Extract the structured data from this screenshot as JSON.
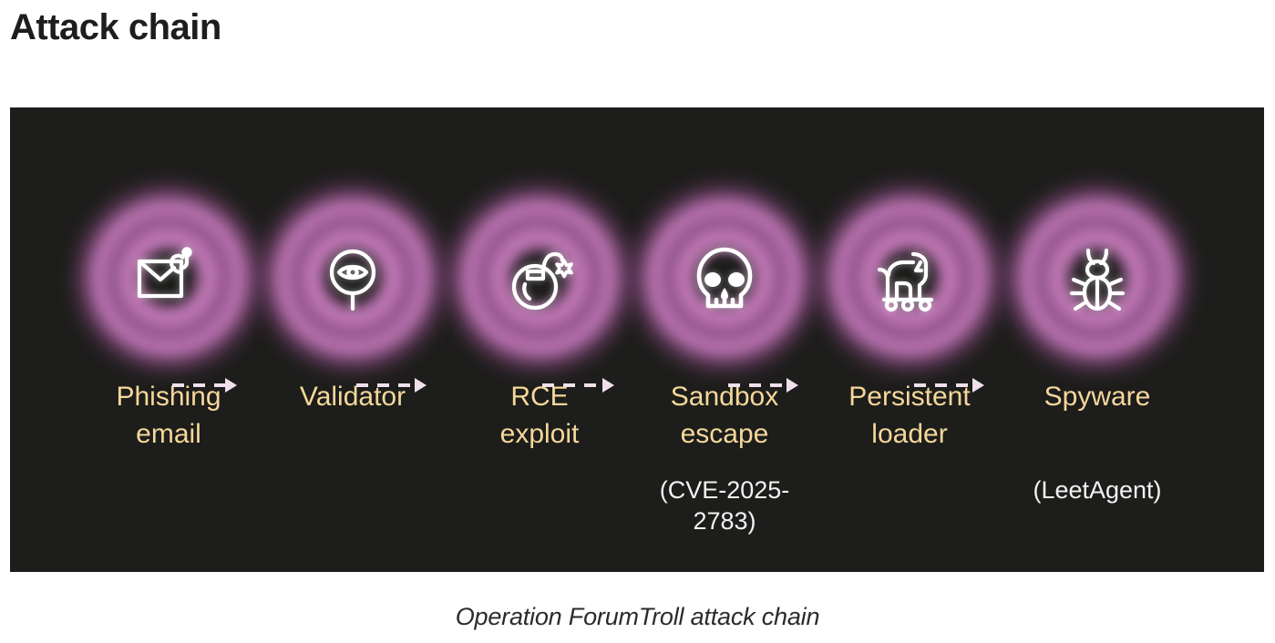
{
  "page": {
    "title": "Attack chain",
    "caption": "Operation ForumTroll attack chain",
    "background": "#ffffff",
    "panel_background": "#1d1d1b",
    "label_color": "#f5d79a",
    "sub_label_color": "#f2f2f2",
    "glow_color": "#cd76c2",
    "connector_color": "#efe0ec"
  },
  "chain": {
    "nodes": [
      {
        "icon": "envelope-hook-icon",
        "label": "Phishing\nemail",
        "sub": ""
      },
      {
        "icon": "eye-magnifier-icon",
        "label": "Validator",
        "sub": ""
      },
      {
        "icon": "bomb-icon",
        "label": "RCE\nexploit",
        "sub": ""
      },
      {
        "icon": "skull-icon",
        "label": "Sandbox\nescape",
        "sub": "(CVE-2025-2783)"
      },
      {
        "icon": "trojan-horse-icon",
        "label": "Persistent\nloader",
        "sub": ""
      },
      {
        "icon": "bug-icon",
        "label": "Spyware",
        "sub": "(LeetAgent)"
      }
    ],
    "connector_count": 5,
    "connector_style": "dashed-arrow"
  }
}
